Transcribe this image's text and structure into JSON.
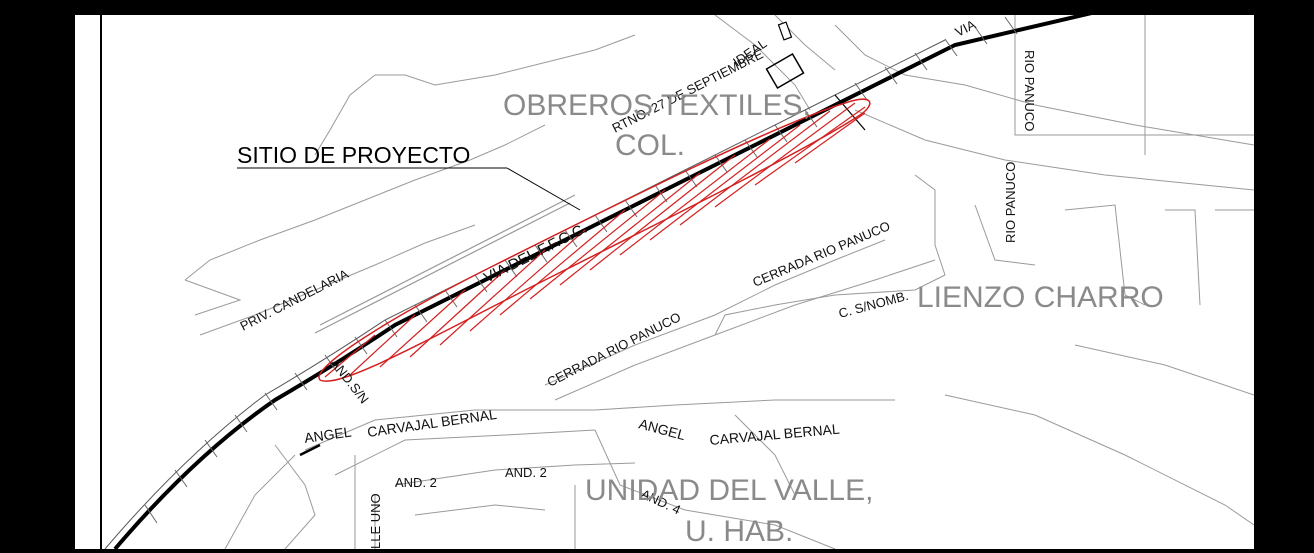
{
  "map": {
    "project_label": "SITIO DE PROYECTO",
    "areas": {
      "obreros_line1": "OBREROS TEXTILES,",
      "obreros_line2": "COL.",
      "lienzo": "LIENZO CHARRO",
      "unidad_line1": "UNIDAD DEL VALLE,",
      "unidad_line2": "U. HAB."
    },
    "streets": {
      "via_ffcc": "VIA DEL F.F.C.C.",
      "via_top": "VIA",
      "rtno": "RTNO. 27 DE SEPTIEMBRE",
      "candelaria": "PRIV. CANDELARIA",
      "ideal": "IDEAL",
      "rio_panuco_v1": "RIO PANUCO",
      "rio_panuco_v2": "RIO PANUCO",
      "cerrada1": "CERRADA RIO PANUCO",
      "cerrada2": "CERRADA RIO PANUCO",
      "c_snomb": "C. S/NOMB.",
      "and_sn": "AND.S/N",
      "angel1": "ANGEL",
      "carvajal1": "CARVAJAL BERNAL",
      "angel2": "ANGEL",
      "carvajal2": "CARVAJAL BERNAL",
      "and2a": "AND. 2",
      "and2b": "AND. 2",
      "and4": "AND. 4",
      "lle_uno": "LLE UNO"
    },
    "colors": {
      "frame": "#000000",
      "project_outline": "#d42020",
      "railway": "#000000",
      "area_label": "#8a8a8a"
    }
  }
}
